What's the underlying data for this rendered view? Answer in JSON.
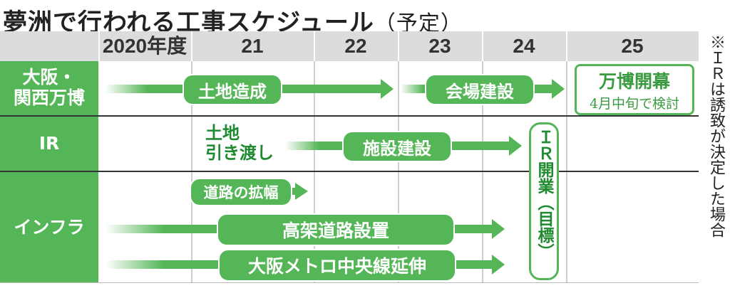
{
  "title": {
    "main": "夢洲で行われる工事スケジュール",
    "sub": "（予定）"
  },
  "header": {
    "years": [
      "2020年度",
      "21",
      "22",
      "23",
      "24",
      "25"
    ]
  },
  "rows": {
    "osaka": {
      "line1": "大阪・",
      "line2": "関西万博"
    },
    "ir": {
      "label": "IR"
    },
    "infra": {
      "label": "インフラ"
    }
  },
  "tasks": {
    "land_preparation": "土地造成",
    "venue_construction": "会場建設",
    "land_handover_1": "土地",
    "land_handover_2": "引き渡し",
    "facility_construction": "施設建設",
    "road_expansion": "道路の拡幅",
    "elevated_road": "高架道路設置",
    "metro_extension": "大阪メトロ中央線延伸"
  },
  "expo_box": {
    "line1": "万博開幕",
    "line2": "4月中旬で検討"
  },
  "ir_target": "ＩＲ開業（目標）",
  "note": "※ＩＲは誘致が決定した場合",
  "colors": {
    "green": "#54b657",
    "gray_header": "#dcdcdc"
  }
}
